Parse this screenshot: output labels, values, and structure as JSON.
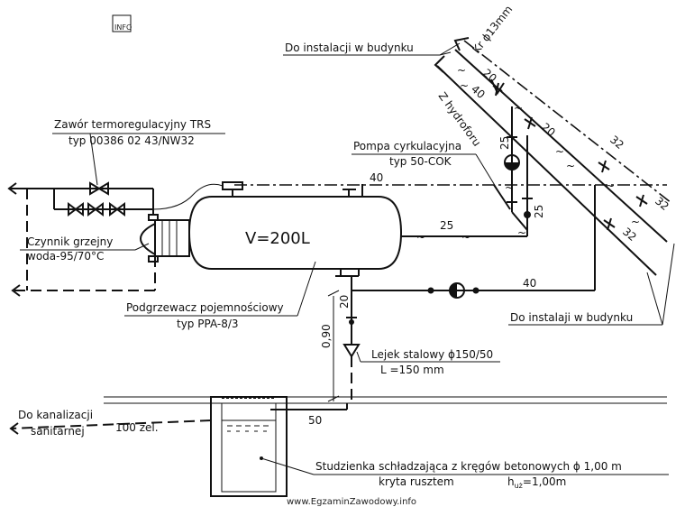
{
  "labels": {
    "to_building_top": "Do instalacji w budynku",
    "kr_pipe": "Kr ϕ13mm",
    "from_hydrophore": "Z hydroforu",
    "valve_title": "Zawór termoregulacyjny TRS",
    "valve_type": "typ 00386 02 43/NW32",
    "pump_title": "Pompa cyrkulacyjna",
    "pump_type": "typ 50-COK",
    "heating_medium": "Czynnik grzejny",
    "water_temp": "woda-95/70°C",
    "tank_volume": "V=200L",
    "heater_title": "Podgrzewacz pojemnościowy",
    "heater_type": "typ PPA-8/3",
    "to_building_bottom": "Do instalaji w budynku",
    "funnel_title": "Lejek stalowy ϕ150/50",
    "funnel_length": "L =150 mm",
    "height": "0,90",
    "sewer_line1": "Do kanalizacji",
    "sewer_line2": "sanitarnej",
    "sewer_pipe": "100 żel.",
    "well_title": "Studzienka schładzająca z kręgów betonowych ϕ 1,00 m",
    "well_cover": "kryta rusztem",
    "well_height": "h",
    "well_height_sub": "uż",
    "well_height_val": "=1,00m",
    "watermark": "www.EgzaminZawodowy.info",
    "info_logo": "INFO"
  },
  "pipe_sizes": {
    "d40_top": "40",
    "d25_mid": "25",
    "d40_right": "40",
    "d20_vert": "20",
    "d50": "50",
    "d20_diag_a": "20",
    "d40_diag": "40",
    "d25_vert_riser": "25",
    "d25_riser2": "25",
    "d20_diag_b": "20",
    "d32_a": "32",
    "d32_b": "32",
    "d32_c": "32"
  }
}
